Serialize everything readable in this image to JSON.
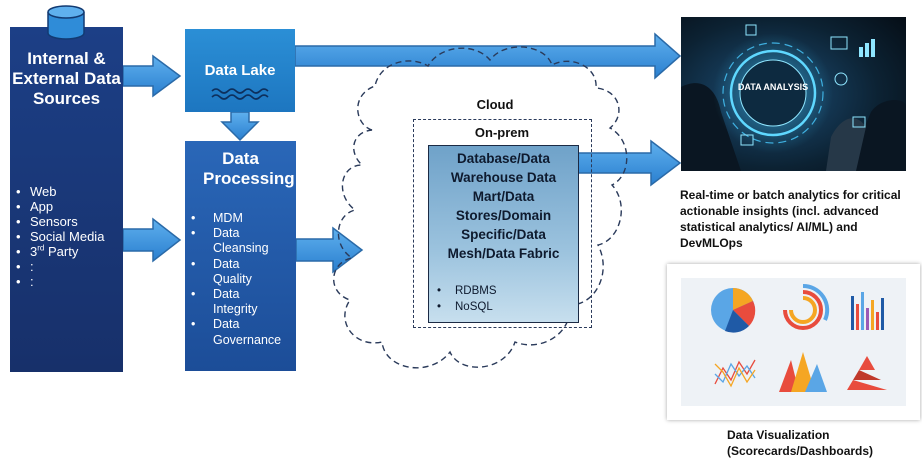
{
  "sources": {
    "title": "Internal & External Data Sources",
    "items": [
      "Web",
      "App",
      "Sensors",
      "Social Media",
      "3rd Party",
      ":",
      ":"
    ]
  },
  "data_lake": {
    "title": "Data Lake"
  },
  "processing": {
    "title": "Data Processing",
    "items": [
      "MDM",
      "Data Cleansing",
      "Data Quality",
      "Data Integrity",
      "Data Governance"
    ]
  },
  "cloud": {
    "label": "Cloud"
  },
  "onprem": {
    "label": "On-prem"
  },
  "storage": {
    "title": "Database/Data Warehouse Data Mart/Data Stores/Domain Specific/Data Mesh/Data Fabric",
    "items": [
      "RDBMS",
      "NoSQL"
    ]
  },
  "analytics": {
    "image_text": "DATA ANALYSIS",
    "caption": "Real-time or batch analytics for critical actionable insights (incl. advanced statistical analytics/ AI/ML) and DevMLOps"
  },
  "visualization": {
    "caption_line1": "Data Visualization",
    "caption_line2": "(Scorecards/Dashboards)"
  },
  "colors": {
    "sources_bg": "#1c3f86",
    "lake_bg": "#2b8fd6",
    "processing_bg": "#2a67b8",
    "arrow_fill": "#2f8cd8",
    "storage_bg": "#9cc3de"
  },
  "icons": [
    "database-icon",
    "water-waves-icon",
    "data-analysis-icon"
  ]
}
